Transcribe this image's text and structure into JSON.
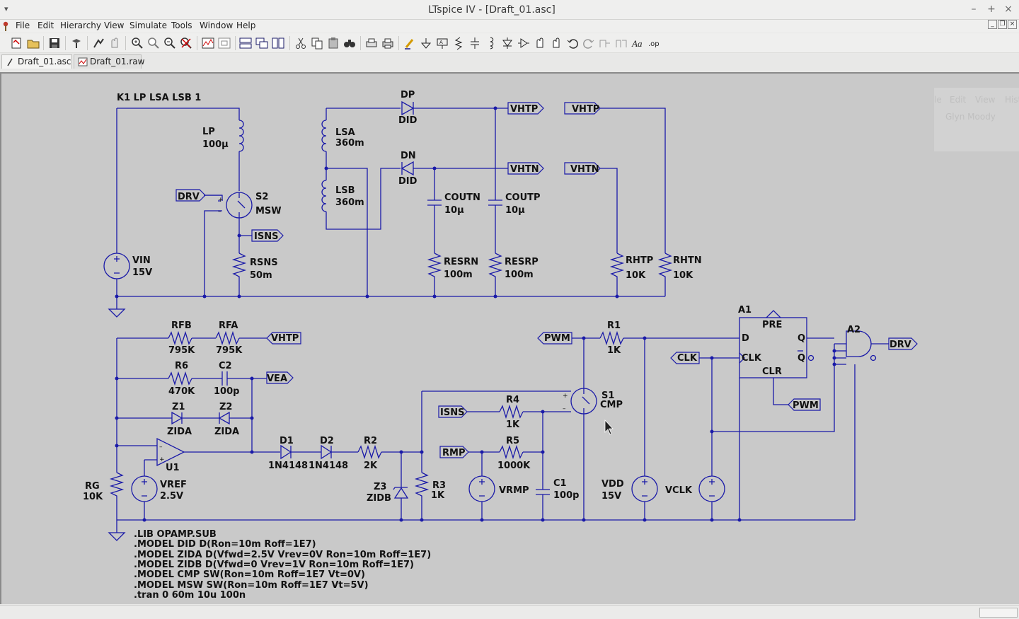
{
  "window": {
    "title": "LTspice IV - [Draft_01.asc]",
    "minimize_glyph": "–",
    "maximize_glyph": "+",
    "close_glyph": "×",
    "sysmenu_glyph": "▾"
  },
  "menu": {
    "items": [
      "File",
      "Edit",
      "Hierarchy",
      "View",
      "Simulate",
      "Tools",
      "Window",
      "Help"
    ]
  },
  "mdi_buttons": [
    "_",
    "❐",
    "×"
  ],
  "toolbar": {
    "icons": [
      "new-schematic-icon",
      "open-icon",
      "save-icon",
      "control-panel-icon",
      "run-icon",
      "halt-icon",
      "zoom-in-icon",
      "pan-icon",
      "zoom-out-icon",
      "zoom-cancel-icon",
      "autorange-icon",
      "zoom-fit-icon",
      "tile-horizontal-icon",
      "cascade-icon",
      "tile-vertical-icon",
      "cut-icon",
      "copy-icon",
      "paste-icon",
      "find-icon",
      "print-preview-icon",
      "print-icon",
      "draw-wire-icon",
      "ground-icon",
      "label-net-icon",
      "resistor-icon",
      "capacitor-icon",
      "inductor-icon",
      "diode-icon",
      "component-icon",
      "move-icon",
      "drag-icon",
      "undo-icon",
      "redo-icon",
      "rotate-icon",
      "mirror-icon",
      "text-icon",
      "spice-directive-icon"
    ]
  },
  "tabs": [
    {
      "label": "Draft_01.asc",
      "icon": "schematic-tab-icon",
      "active": true
    },
    {
      "label": "Draft_01.raw",
      "icon": "waveform-tab-icon",
      "active": false
    }
  ],
  "ghost_window": {
    "menu": [
      "le",
      "Edit",
      "View",
      "Hist"
    ],
    "tab": "Glyn Moody"
  },
  "schematic": {
    "coupling": "K1 LP LSA LSB 1",
    "components": {
      "LP": {
        "ref": "LP",
        "value": "100µ"
      },
      "LSA": {
        "ref": "LSA",
        "value": "360m"
      },
      "LSB": {
        "ref": "LSB",
        "value": "360m"
      },
      "DP": {
        "ref": "DP",
        "value": "DID"
      },
      "DN": {
        "ref": "DN",
        "value": "DID"
      },
      "S2": {
        "ref": "S2",
        "value": "MSW"
      },
      "COUTN": {
        "ref": "COUTN",
        "value": "10µ"
      },
      "COUTP": {
        "ref": "COUTP",
        "value": "10µ"
      },
      "VIN": {
        "ref": "VIN",
        "value": "15V"
      },
      "RSNS": {
        "ref": "RSNS",
        "value": "50m"
      },
      "RESRN": {
        "ref": "RESRN",
        "value": "100m"
      },
      "RESRP": {
        "ref": "RESRP",
        "value": "100m"
      },
      "RHTP": {
        "ref": "RHTP",
        "value": "10K"
      },
      "RHTN": {
        "ref": "RHTN",
        "value": "10K"
      },
      "RFB": {
        "ref": "RFB",
        "value": "795K"
      },
      "RFA": {
        "ref": "RFA",
        "value": "795K"
      },
      "R6": {
        "ref": "R6",
        "value": "470K"
      },
      "C2": {
        "ref": "C2",
        "value": "100p"
      },
      "Z1": {
        "ref": "Z1",
        "value": "ZIDA"
      },
      "Z2": {
        "ref": "Z2",
        "value": "ZIDA"
      },
      "U1": {
        "ref": "U1"
      },
      "D1": {
        "ref": "D1",
        "value": "1N4148"
      },
      "D2": {
        "ref": "D2",
        "value": "1N4148"
      },
      "R2": {
        "ref": "R2",
        "value": "2K"
      },
      "RG": {
        "ref": "RG",
        "value": "10K"
      },
      "VREF": {
        "ref": "VREF",
        "value": "2.5V"
      },
      "Z3": {
        "ref": "Z3",
        "value": "ZIDB"
      },
      "R3": {
        "ref": "R3",
        "value": "1K"
      },
      "R4": {
        "ref": "R4",
        "value": "1K"
      },
      "R5": {
        "ref": "R5",
        "value": "1000K"
      },
      "VRMP": {
        "ref": "VRMP"
      },
      "C1": {
        "ref": "C1",
        "value": "100p"
      },
      "S1": {
        "ref": "S1",
        "value": "CMP"
      },
      "R1": {
        "ref": "R1",
        "value": "1K"
      },
      "VDD": {
        "ref": "VDD",
        "value": "15V"
      },
      "VCLK": {
        "ref": "VCLK"
      },
      "A1": {
        "ref": "A1",
        "pins": {
          "pre": "PRE",
          "d": "D",
          "q": "Q",
          "clk": "CLK",
          "qbar": "Q",
          "clr": "CLR"
        }
      },
      "A2": {
        "ref": "A2"
      }
    },
    "nets": {
      "vhtp": "VHTP",
      "vhtn": "VHTN",
      "drv": "DRV",
      "isns": "ISNS",
      "vea": "VEA",
      "pwm": "PWM",
      "clk": "CLK",
      "rmp": "RMP"
    },
    "directives": [
      ".LIB OPAMP.SUB",
      ".MODEL DID D(Ron=10m Roff=1E7)",
      ".MODEL ZIDA D(Vfwd=2.5V Vrev=0V Ron=10m Roff=1E7)",
      ".MODEL ZIDB D(Vfwd=0 Vrev=1V Ron=10m Roff=1E7)",
      ".MODEL CMP SW(Ron=10m Roff=1E7 Vt=0V)",
      ".MODEL MSW SW(Ron=10m Roff=1E7 Vt=5V)",
      ".tran 0 60m 10u 100n"
    ]
  }
}
